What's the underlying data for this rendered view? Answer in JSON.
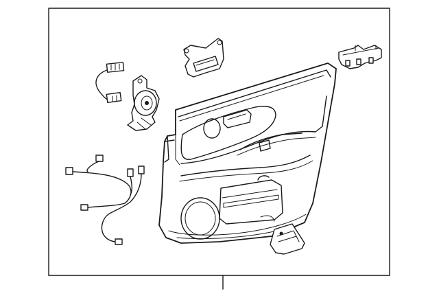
{
  "diagram": {
    "frame_color": "#1a1a1a",
    "background": "#ffffff",
    "parts": [
      "door-trim-panel",
      "pull-handle-bezel",
      "bracket-clip",
      "courtesy-lamp-connector",
      "speaker-tweeter",
      "wiring-harness",
      "lower-cover-piece"
    ]
  }
}
